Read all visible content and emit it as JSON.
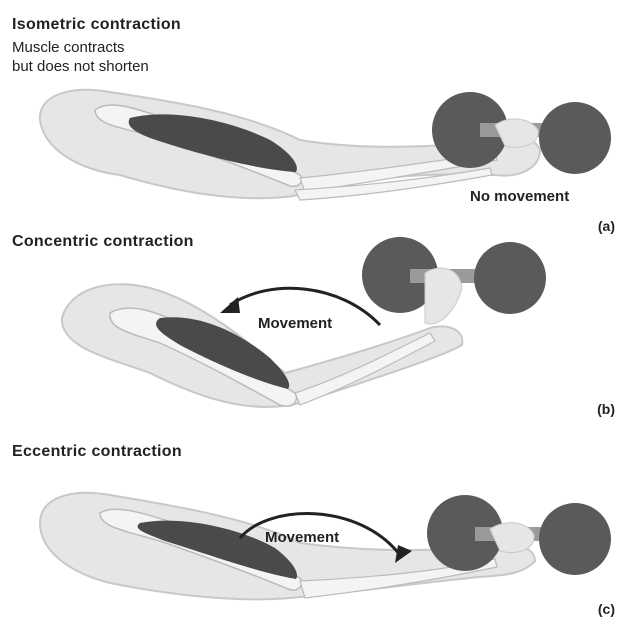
{
  "panels": [
    {
      "title": "Isometric contraction",
      "subtitle_lines": [
        "Muscle contracts",
        "but does not shorten"
      ],
      "annotation": "No movement",
      "letter": "(a)"
    },
    {
      "title": "Concentric contraction",
      "annotation": "Movement",
      "letter": "(b)"
    },
    {
      "title": "Eccentric contraction",
      "annotation": "Movement",
      "letter": "(c)"
    }
  ],
  "colors": {
    "skin": "#e6e6e6",
    "skin_edge": "#c8c8c8",
    "bone": "#f4f4f4",
    "muscle": "#4a4a4a",
    "dumbbell": "#5a5a5a",
    "arrow": "#222222"
  },
  "icons": {
    "arm": "arm-illustration",
    "weight": "dumbbell-icon",
    "arrow": "curved-arrow-icon"
  }
}
